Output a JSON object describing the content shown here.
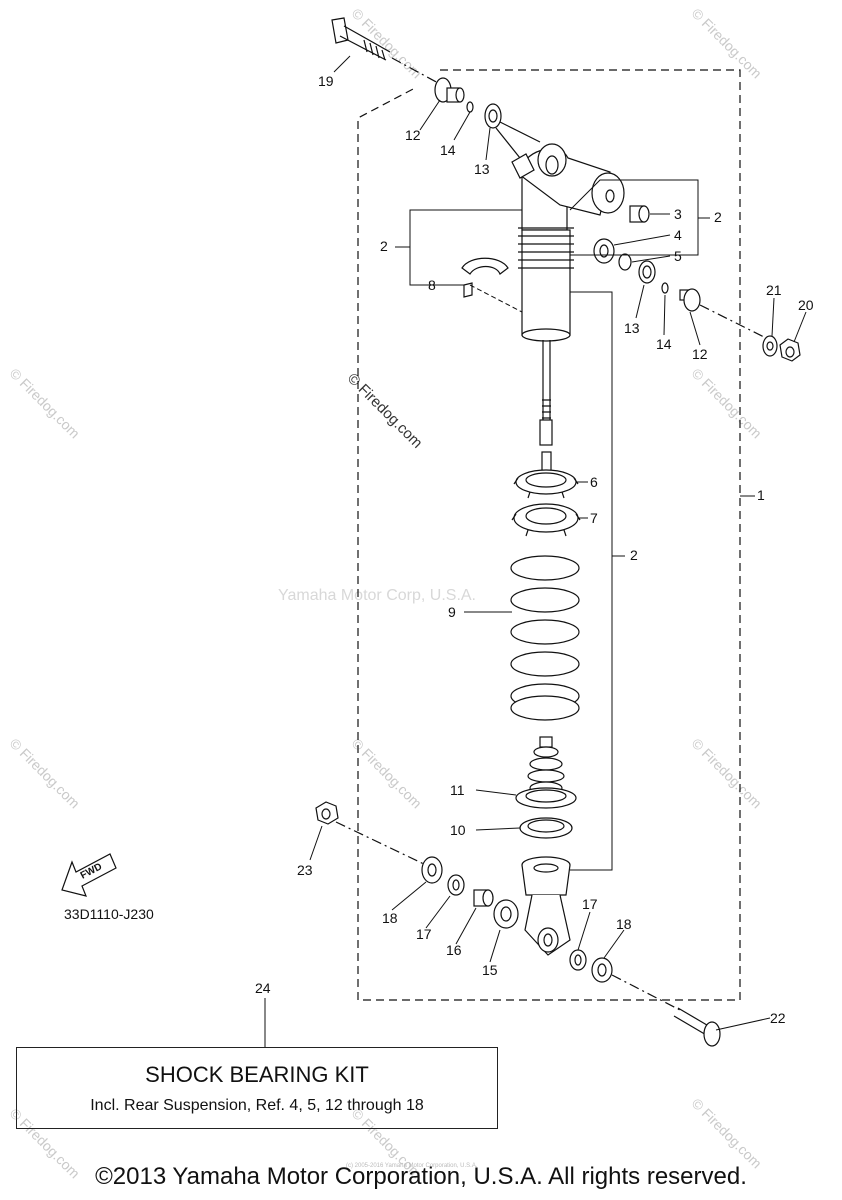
{
  "diagram": {
    "code": "33D1110-J230",
    "fwd_label": "FWD"
  },
  "refs": [
    "1",
    "2",
    "2",
    "2",
    "3",
    "4",
    "5",
    "6",
    "7",
    "8",
    "9",
    "10",
    "11",
    "12",
    "12",
    "13",
    "13",
    "14",
    "14",
    "15",
    "16",
    "17",
    "17",
    "18",
    "18",
    "19",
    "20",
    "21",
    "22",
    "23",
    "24"
  ],
  "kit": {
    "title": "SHOCK BEARING KIT",
    "subtitle": "Incl. Rear Suspension, Ref. 4, 5, 12 through 18"
  },
  "footer": {
    "copyright": "©2013 Yamaha Motor Corporation, U.S.A. All rights reserved.",
    "small_print": "(c) 2005-2016 Yamaha Motor Corporation, U.S.A."
  },
  "watermarks": {
    "firedog": "© Firedog.com",
    "center": "Yamaha Motor Corp, U.S.A."
  }
}
